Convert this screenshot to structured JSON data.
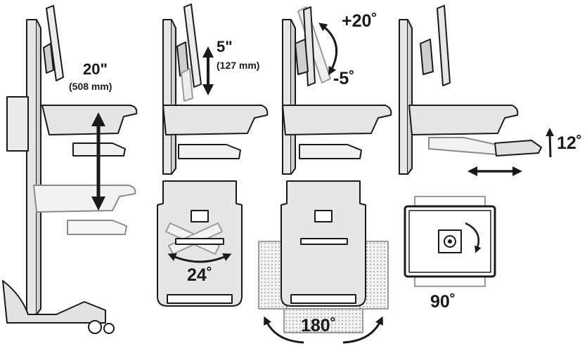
{
  "labels": {
    "height_primary": "20\"",
    "height_secondary": "(508 mm)",
    "monitor_height_primary": "5\"",
    "monitor_height_secondary": "(127 mm)",
    "tilt_up": "+20˚",
    "tilt_down": "-5˚",
    "keyboard_tilt": "12˚",
    "swivel": "24˚",
    "rotate": "180˚",
    "monitor_rotate": "90˚"
  },
  "colors": {
    "line": "#1a1a1a",
    "fill_light": "#e6e6e6",
    "fill_mid": "#d9d9d9",
    "ghost": "#9a9a9a"
  }
}
